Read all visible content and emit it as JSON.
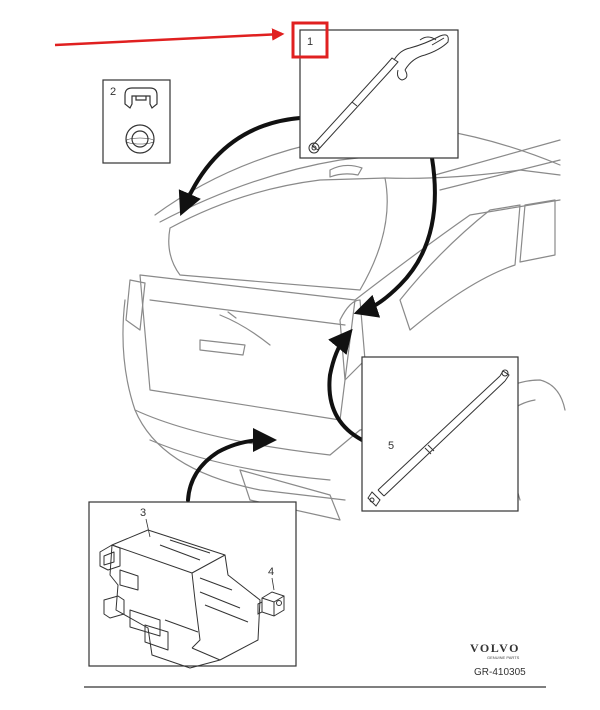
{
  "diagram": {
    "callouts": {
      "part1": "1",
      "part2": "2",
      "part3": "3",
      "part4": "4",
      "part5": "5"
    },
    "brand": {
      "name": "VOLVO",
      "subtitle": "GENUINE PARTS"
    },
    "drawing_code": "GR-410305",
    "colors": {
      "highlight": "#e02020",
      "line": "#333333",
      "car_line": "#8a8a8a",
      "arrow": "#111111"
    }
  }
}
